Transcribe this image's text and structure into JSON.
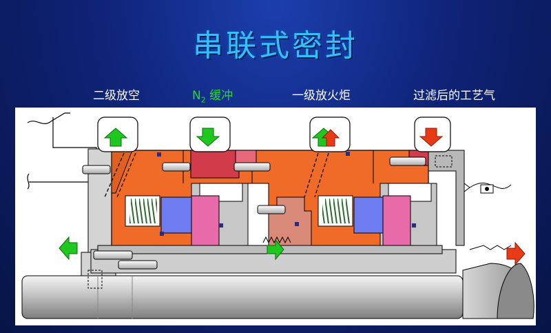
{
  "title": "串联式密封",
  "labels": {
    "secondary_vent": "二级放空",
    "n2_buffer_prefix": "N",
    "n2_buffer_sub": "2",
    "n2_buffer_suffix": " 缓冲",
    "primary_vent_flare": "一级放火炬",
    "filtered_process_gas": "过滤后的工艺气"
  },
  "colors": {
    "housing_orange": "#f06a28",
    "red_ring": "#d23c4a",
    "pink_ring": "#e86aa8",
    "blue_ring": "#6e7df0",
    "salmon": "#d98a78",
    "grey_part": "#b9b9b9",
    "arrow_green": "#1ec81e",
    "arrow_red": "#e83a14",
    "title_cyan": "#33c0ff"
  },
  "icons": [
    "up-arrow-icon",
    "down-arrow-icon",
    "left-arrow-icon",
    "right-arrow-icon",
    "spring-icon",
    "bolt-icon"
  ]
}
